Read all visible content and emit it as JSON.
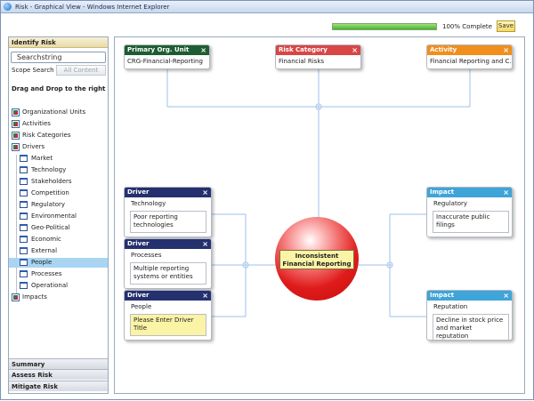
{
  "window": {
    "title": "Risk - Graphical View - Windows Internet Explorer"
  },
  "progress": {
    "fraction": 1.0,
    "label": "100% Complete"
  },
  "toolbar": {
    "save_label": "Save"
  },
  "left_panel": {
    "header": "Identify Risk",
    "search_value": "Searchstring",
    "scope_label": "Scope Search",
    "scope_option": "All Content",
    "drag_hint": "Drag and Drop to the right to add",
    "tree": {
      "org_units": "Organizational Units",
      "activities": "Activities",
      "risk_categories": "Risk Categories",
      "drivers": "Drivers",
      "driver_items": [
        "Market",
        "Technology",
        "Stakeholders",
        "Competition",
        "Regulatory",
        "Environmental",
        "Geo-Political",
        "Economic",
        "External",
        "People",
        "Processes",
        "Operational"
      ],
      "impacts": "Impacts"
    },
    "selected_driver": "People",
    "sections": {
      "summary": "Summary",
      "assess": "Assess Risk",
      "mitigate": "Mitigate Risk"
    }
  },
  "canvas": {
    "close_glyph": "×",
    "org_unit": {
      "header": "Primary Org. Unit",
      "value": "CRG-Financial-Reporting"
    },
    "risk_category": {
      "header": "Risk Category",
      "value": "Financial Risks"
    },
    "activity": {
      "header": "Activity",
      "value": "Financial Reporting and C..."
    },
    "drivers": [
      {
        "header": "Driver",
        "name": "Technology",
        "text": "Poor reporting technologies"
      },
      {
        "header": "Driver",
        "name": "Processes",
        "text": "Multiple reporting systems or entities"
      },
      {
        "header": "Driver",
        "name": "People",
        "text": "Please Enter Driver Title"
      }
    ],
    "impacts": [
      {
        "header": "Impact",
        "name": "Regulatory",
        "text": "Inaccurate public filings"
      },
      {
        "header": "Impact",
        "name": "Reputation",
        "text": "Decline in stock price and market reputation"
      }
    ],
    "risk_title": "Inconsistent Financial Reporting"
  },
  "colors": {
    "driver": "#25306f",
    "impact": "#3fa4d8",
    "org_unit": "#1e5d33",
    "risk_category": "#d84646",
    "activity": "#f08e1e",
    "risk_ball": "#e01b1b",
    "note_yellow": "#fbf3a5"
  }
}
